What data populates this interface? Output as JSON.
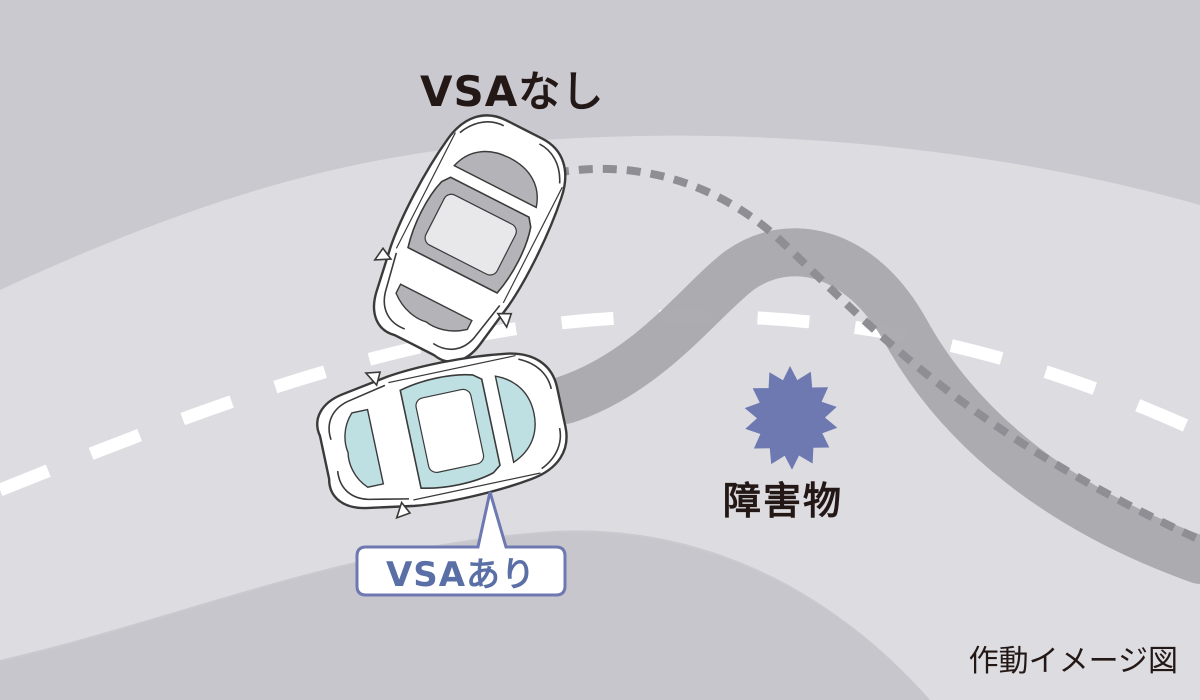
{
  "labels": {
    "without_vsa": "VSAなし",
    "with_vsa": "VSAあり",
    "obstacle": "障害物",
    "caption": "作動イメージ図"
  },
  "colors": {
    "background": "#c9c9cf",
    "road": "#dcdce1",
    "lane_marking": "#ffffff",
    "vsa_path": "#a8a8ad",
    "non_vsa_path_dashes": "#8e8e94",
    "obstacle": "#6d79b0",
    "callout_border": "#6d79b0",
    "callout_text": "#5a6fa6",
    "car_glass_with_vsa": "#bfe0e3",
    "car_glass_without_vsa": "#b4b4b8",
    "text": "#231815"
  },
  "icons": {
    "obstacle": "starburst-icon",
    "car_with_vsa": "car-top-view-icon",
    "car_without_vsa": "car-top-view-icon"
  }
}
